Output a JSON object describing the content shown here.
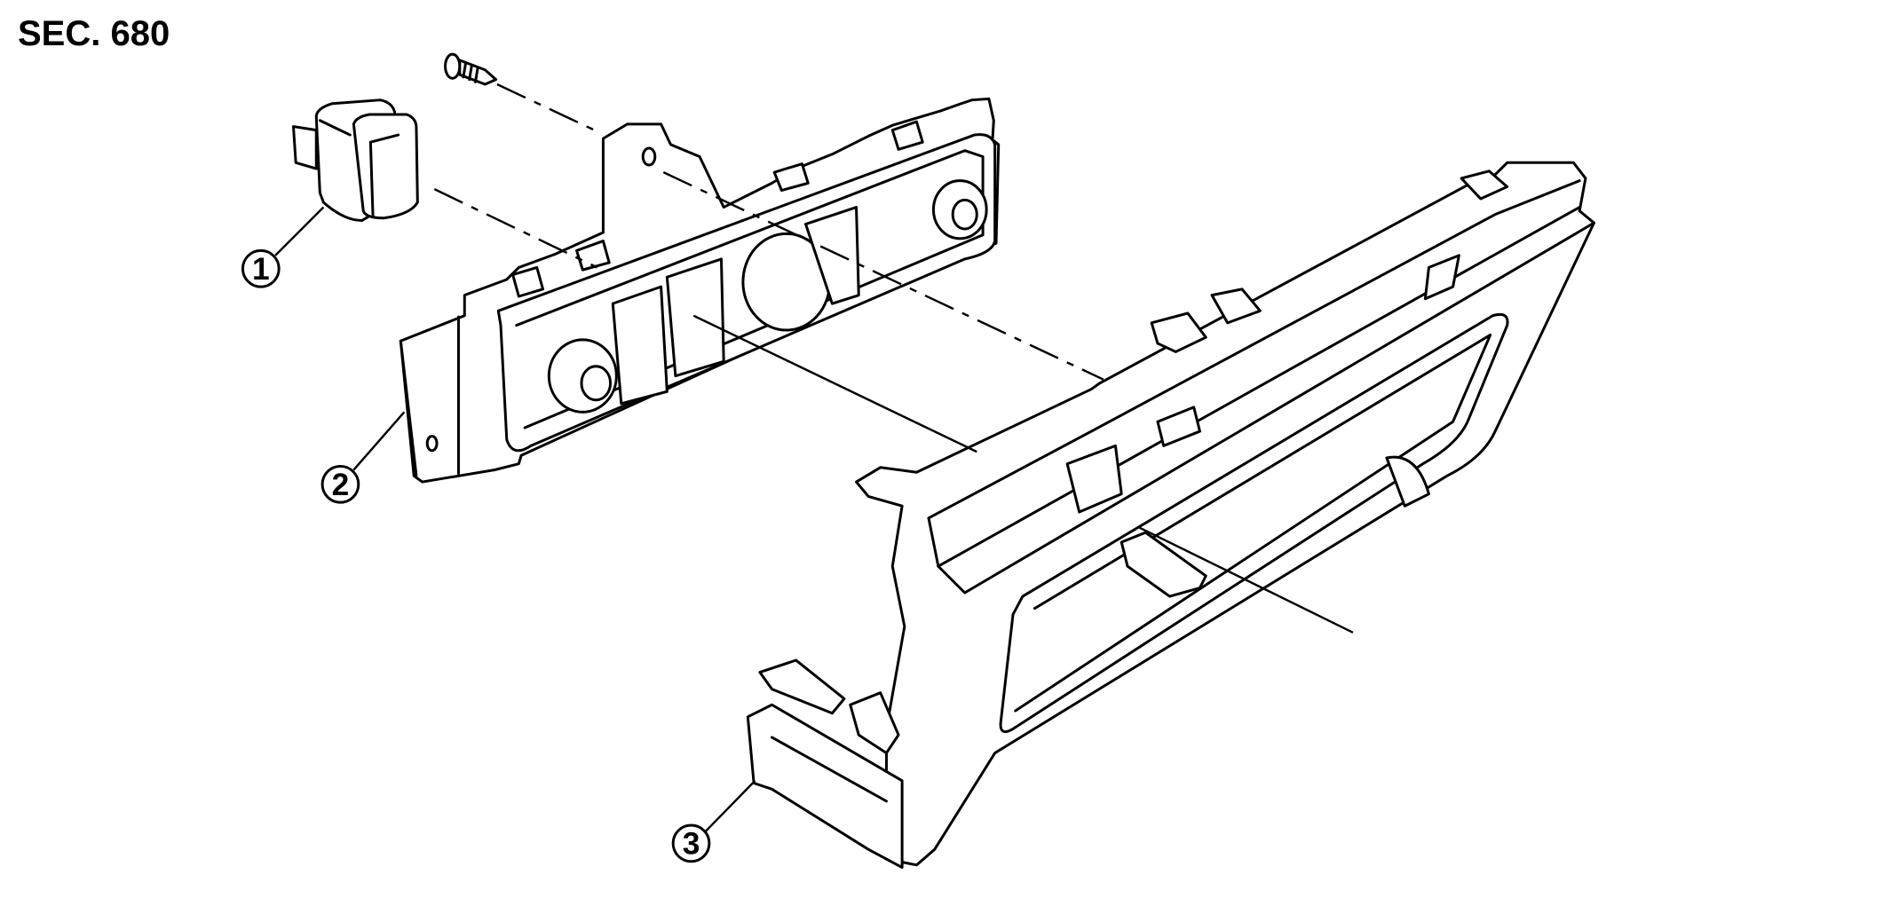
{
  "header": {
    "section": "SEC. 680"
  },
  "callouts": [
    {
      "number": "1",
      "part": "switch"
    },
    {
      "number": "2",
      "part": "control-panel"
    },
    {
      "number": "3",
      "part": "cluster-lid"
    }
  ],
  "colors": {
    "line": "#000000",
    "background": "#ffffff"
  }
}
